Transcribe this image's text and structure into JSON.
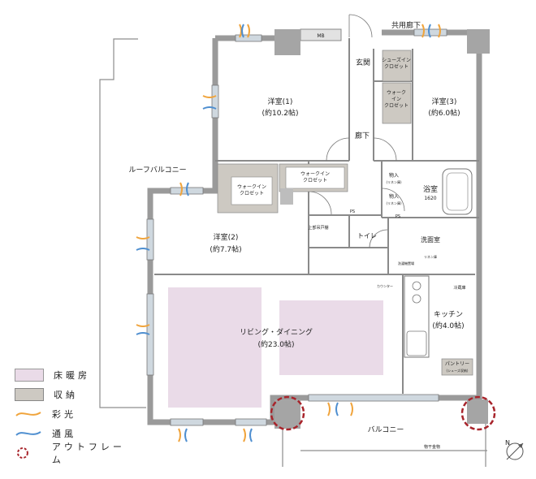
{
  "plan": {
    "corridor": "共用廊下",
    "mb": "MB",
    "entrance": "玄関",
    "shoe_closet": "シューズイン\nクロゼット",
    "walkin_closet_a": "ウォーク\nイン\nクロゼット",
    "room1": "洋室(1)",
    "room1_size": "(約10.2帖)",
    "room3": "洋室(3)",
    "room3_size": "(約6.0帖)",
    "hallway": "廊下",
    "walkin_closet_b": "ウォークイン\nクロゼット",
    "walkin_closet_c": "ウォークイン\nクロゼット",
    "storage1": "物入",
    "storage1_sub": "(リネン庫)",
    "storage2": "物入",
    "storage2_sub": "(リネン庫)",
    "bathroom": "浴室",
    "bath_size": "1620",
    "ps1": "PS",
    "ps2": "PS",
    "roof_balcony": "ルーフバルコニー",
    "room2": "洋室(2)",
    "room2_size": "(約7.7帖)",
    "toilet": "トイレ",
    "storage_toilet": "上部吊戸棚",
    "washroom": "洗面室",
    "washer": "洗濯機置場",
    "shelf": "リネン庫",
    "counter": "カウンター",
    "fridge": "冷蔵庫",
    "kitchen": "キッチン",
    "kitchen_size": "(約4.0帖)",
    "living": "リビング・ダイニング",
    "living_size": "(約23.0帖)",
    "pantry": "パントリー",
    "pantry_sub": "(シューズ収納)",
    "balcony": "バルコニー",
    "laundry_hanger": "物干金物",
    "north": "N"
  },
  "legend": {
    "floor_heating": "床暖房",
    "storage": "収納",
    "light": "彩光",
    "wind": "通風",
    "outframe": "アウトフレーム"
  },
  "colors": {
    "floor_heating": "#eadbe8",
    "storage": "#cdc9c2",
    "light": "#f0a43c",
    "wind": "#4f8fd0",
    "outframe": "#a8242b",
    "wall": "#9a9a9a",
    "column": "#a5a5a5"
  }
}
